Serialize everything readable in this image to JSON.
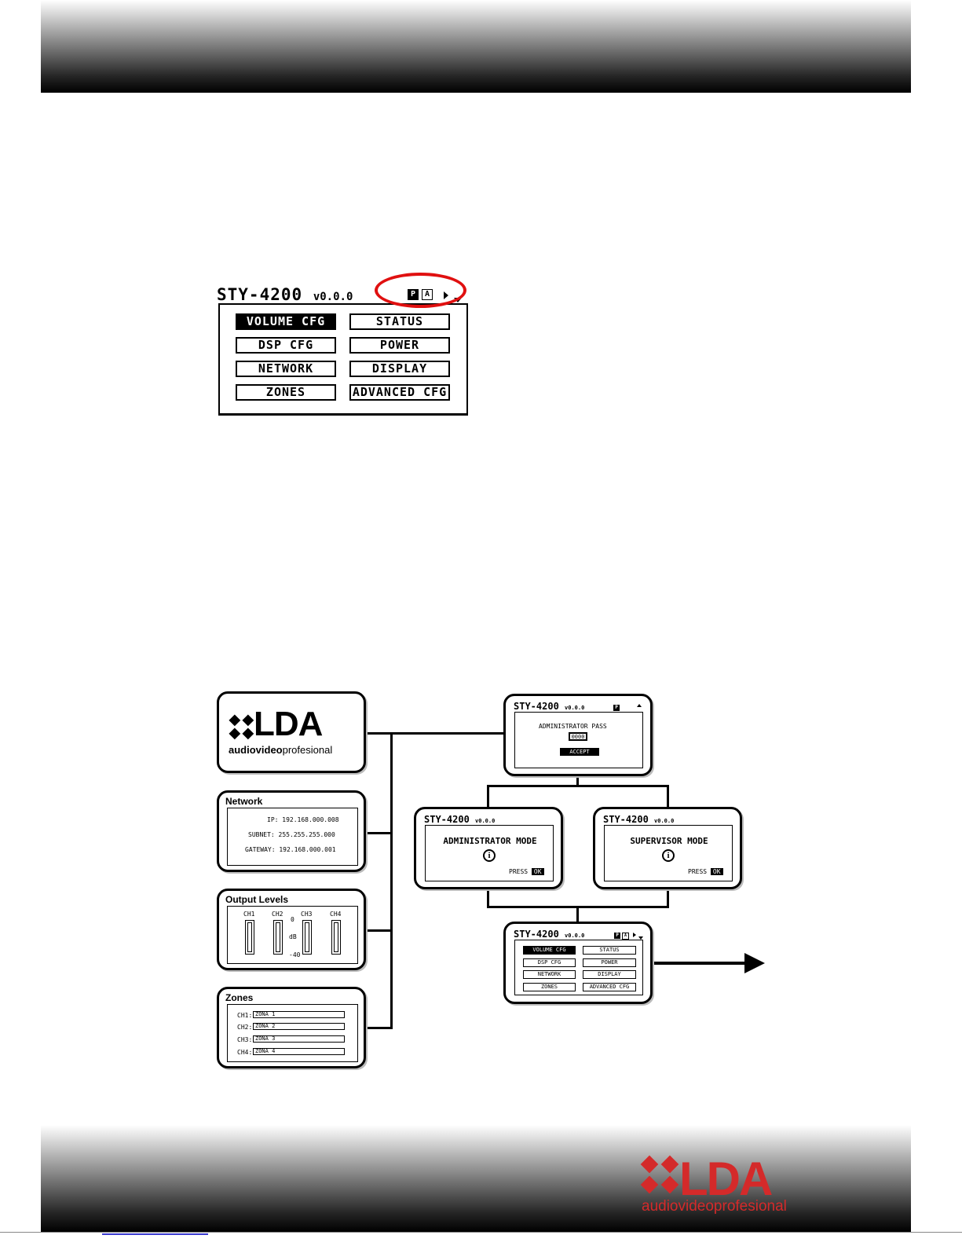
{
  "lcd_main": {
    "title": "STY-4200",
    "version": "v0.0.0",
    "indicators": [
      "P",
      "A"
    ],
    "buttons": [
      "VOLUME CFG",
      "STATUS",
      "DSP CFG",
      "POWER",
      "NETWORK",
      "DISPLAY",
      "ZONES",
      "ADVANCED CFG"
    ]
  },
  "flow": {
    "logo": {
      "brand": "LDA",
      "tagline_a": "audiovideo",
      "tagline_b": "profesional"
    },
    "network": {
      "title": "Network",
      "ip_label": "IP:",
      "ip": "192.168.000.008",
      "subnet_label": "SUBNET:",
      "subnet": "255.255.255.000",
      "gateway_label": "GATEWAY:",
      "gateway": "192.168.000.001"
    },
    "output_levels": {
      "title": "Output Levels",
      "channels": [
        "CH1",
        "CH2",
        "CH3",
        "CH4"
      ],
      "top": "0",
      "unit": "dB",
      "bottom": "-40"
    },
    "zones": {
      "title": "Zones",
      "rows": [
        {
          "label": "CH1:",
          "value": "ZONA 1"
        },
        {
          "label": "CH2:",
          "value": "ZONA 2"
        },
        {
          "label": "CH3:",
          "value": "ZONA 3"
        },
        {
          "label": "CH4:",
          "value": "ZONA 4"
        }
      ]
    },
    "password_screen": {
      "title": "STY-4200",
      "version": "v0.0.0",
      "indicator": "P",
      "prompt": "ADMINISTRATOR PASS",
      "value": "0000",
      "accept": "ACCEPT"
    },
    "admin_screen": {
      "title": "STY-4200",
      "version": "v0.0.0",
      "mode": "ADMINISTRATOR MODE",
      "press": "PRESS",
      "ok": "OK"
    },
    "supervisor_screen": {
      "title": "STY-4200",
      "version": "v0.0.0",
      "mode": "SUPERVISOR MODE",
      "press": "PRESS",
      "ok": "OK"
    },
    "menu_screen": {
      "title": "STY-4200",
      "version": "v0.0.0",
      "indicators": [
        "P",
        "A"
      ],
      "buttons": [
        "VOLUME CFG",
        "STATUS",
        "DSP CFG",
        "POWER",
        "NETWORK",
        "DISPLAY",
        "ZONES",
        "ADVANCED CFG"
      ]
    }
  },
  "footer": {
    "brand": "LDA",
    "tagline_a": "audiovideo",
    "tagline_b": "profesional"
  },
  "colors": {
    "highlight_oval": "#e01010",
    "logo_red": "#d42a2a"
  }
}
